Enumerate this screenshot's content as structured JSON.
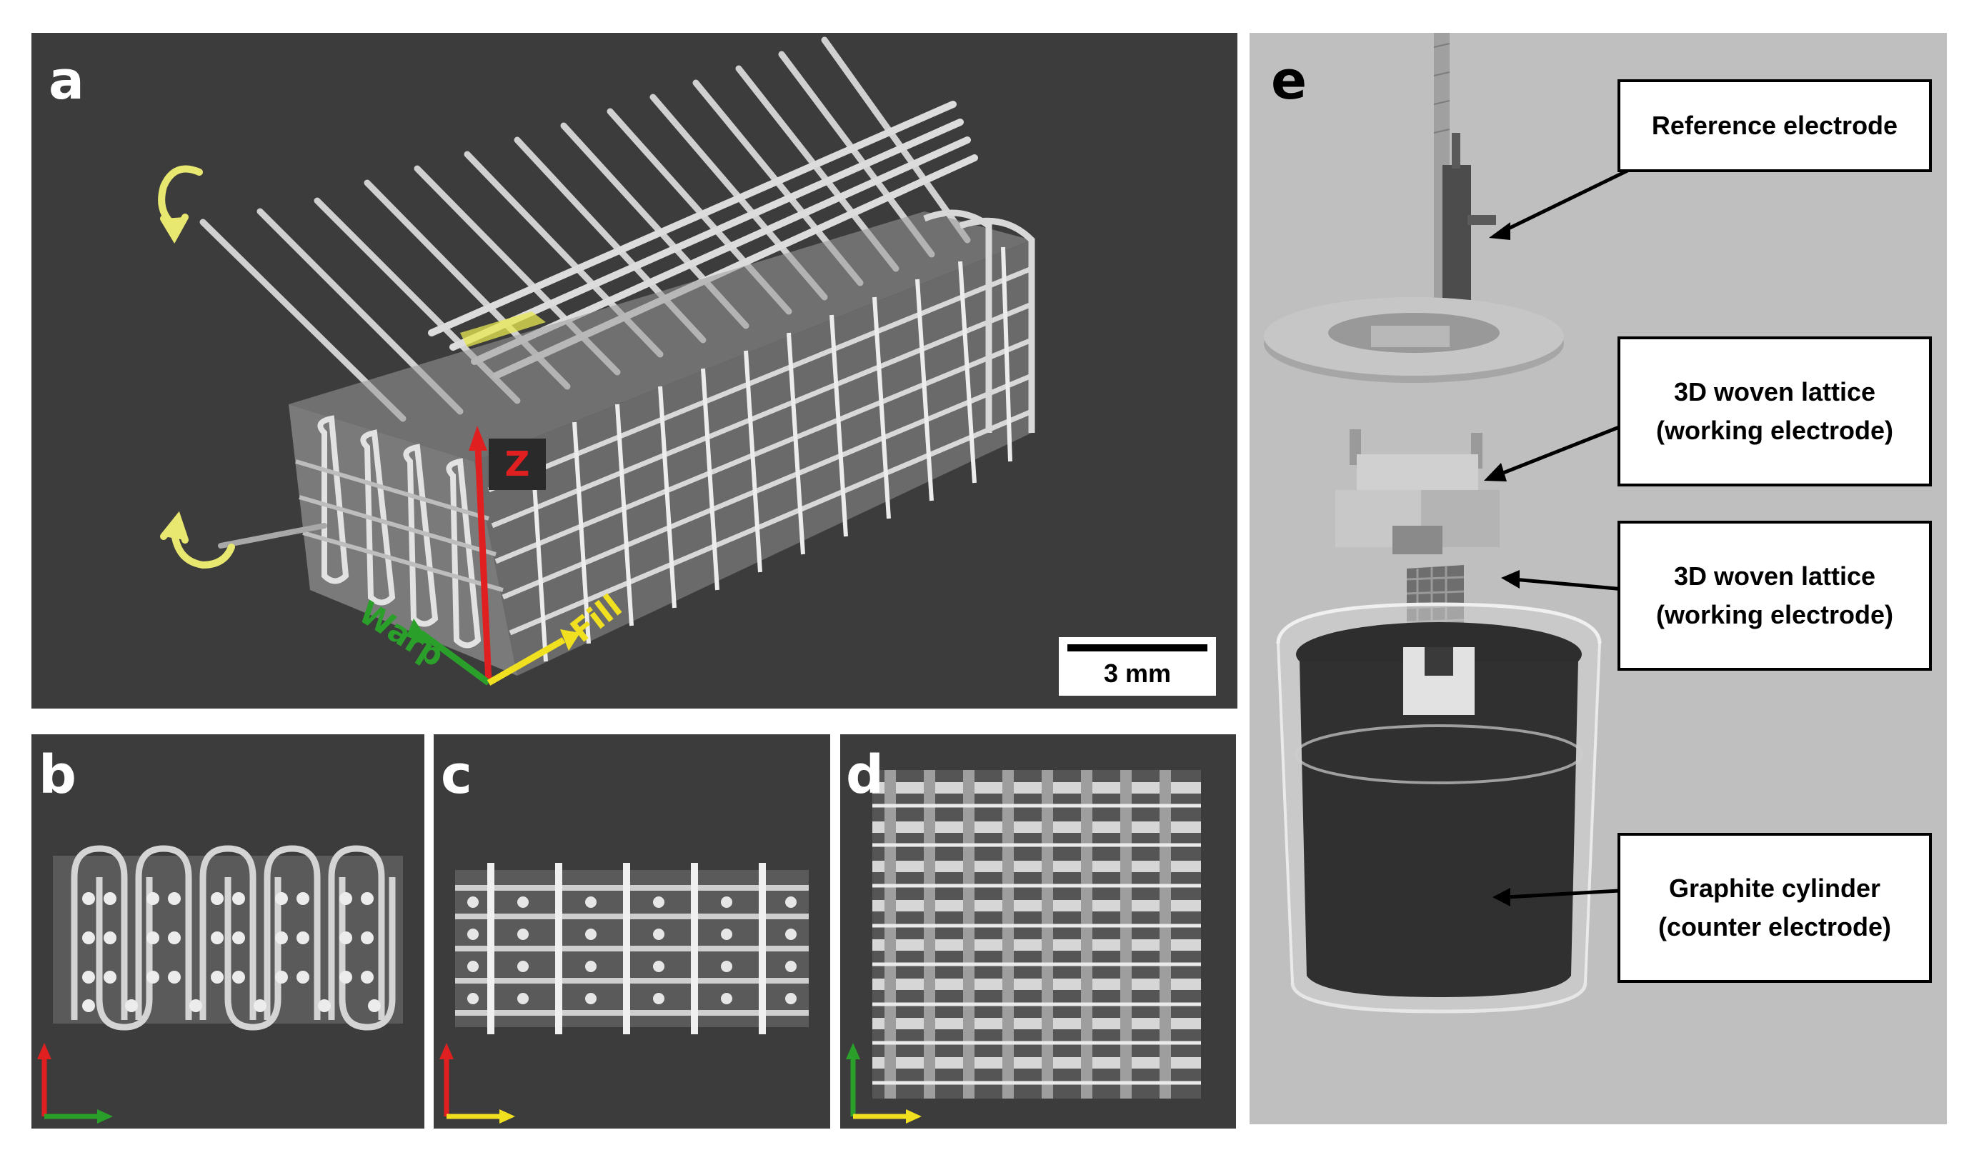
{
  "panels": {
    "a": {
      "letter": "a",
      "axis_z": "Z",
      "axis_warp": "Warp",
      "axis_fill": "Fill",
      "scale_label": "3 mm"
    },
    "b": {
      "letter": "b"
    },
    "c": {
      "letter": "c"
    },
    "d": {
      "letter": "d"
    },
    "e": {
      "letter": "e",
      "callouts": [
        {
          "line1": "Reference electrode",
          "line2": ""
        },
        {
          "line1": "3D woven lattice",
          "line2": "(working electrode)"
        },
        {
          "line1": "3D woven lattice",
          "line2": "(working electrode)"
        },
        {
          "line1": "Graphite cylinder",
          "line2": "(counter electrode)"
        }
      ]
    }
  },
  "colors": {
    "panel_bg": "#3c3c3c",
    "panel_e_bg": "#bfbfbf",
    "axis_z": "#e02020",
    "axis_warp": "#2aa02a",
    "axis_fill": "#f0e020",
    "wire": "#cfcfcf",
    "rotation_arrow": "#e8e870"
  },
  "icons": [
    "rotation-arrow-icon",
    "axis-triad-icon",
    "callout-arrow-icon"
  ]
}
